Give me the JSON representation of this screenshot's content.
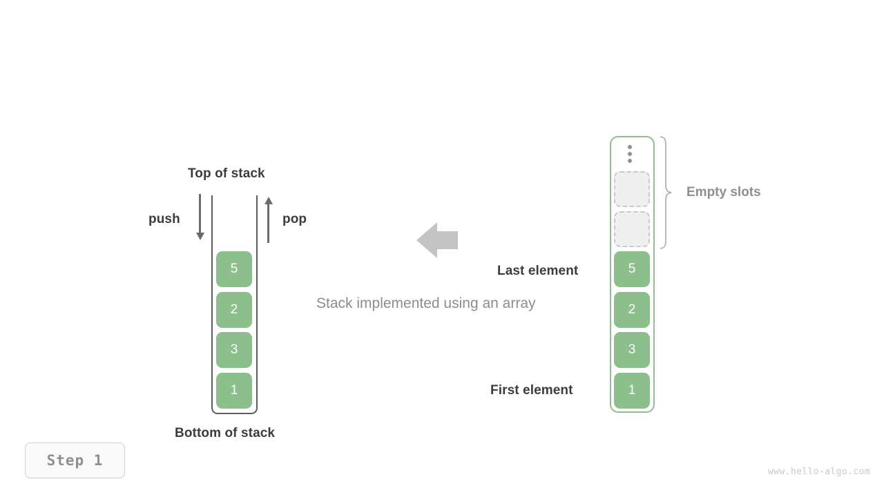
{
  "diagram": {
    "caption": "Stack implemented using an array",
    "left_stack": {
      "top_label": "Top of stack",
      "bottom_label": "Bottom of stack",
      "push_label": "push",
      "pop_label": "pop",
      "cells": [
        "5",
        "2",
        "3",
        "1"
      ],
      "cell_color": "#8cbf8c",
      "wall_color": "#5c5c5c"
    },
    "transform_arrow": {
      "icon": "arrow-left-icon",
      "color": "#c4c4c4",
      "direction": "left"
    },
    "right_array": {
      "empty_slots_label": "Empty slots",
      "last_element_label": "Last element",
      "first_element_label": "First element",
      "overflow_icon": "vertical-ellipsis-icon",
      "empty_slot_count": 2,
      "cells": [
        "5",
        "2",
        "3",
        "1"
      ],
      "border_color": "#8cbf8c",
      "empty_slot_fill": "#efefef",
      "empty_slot_border": "#c9c9c9"
    }
  },
  "step_badge": {
    "label": "Step 1"
  },
  "watermark": {
    "text": "www.hello-algo.com"
  }
}
